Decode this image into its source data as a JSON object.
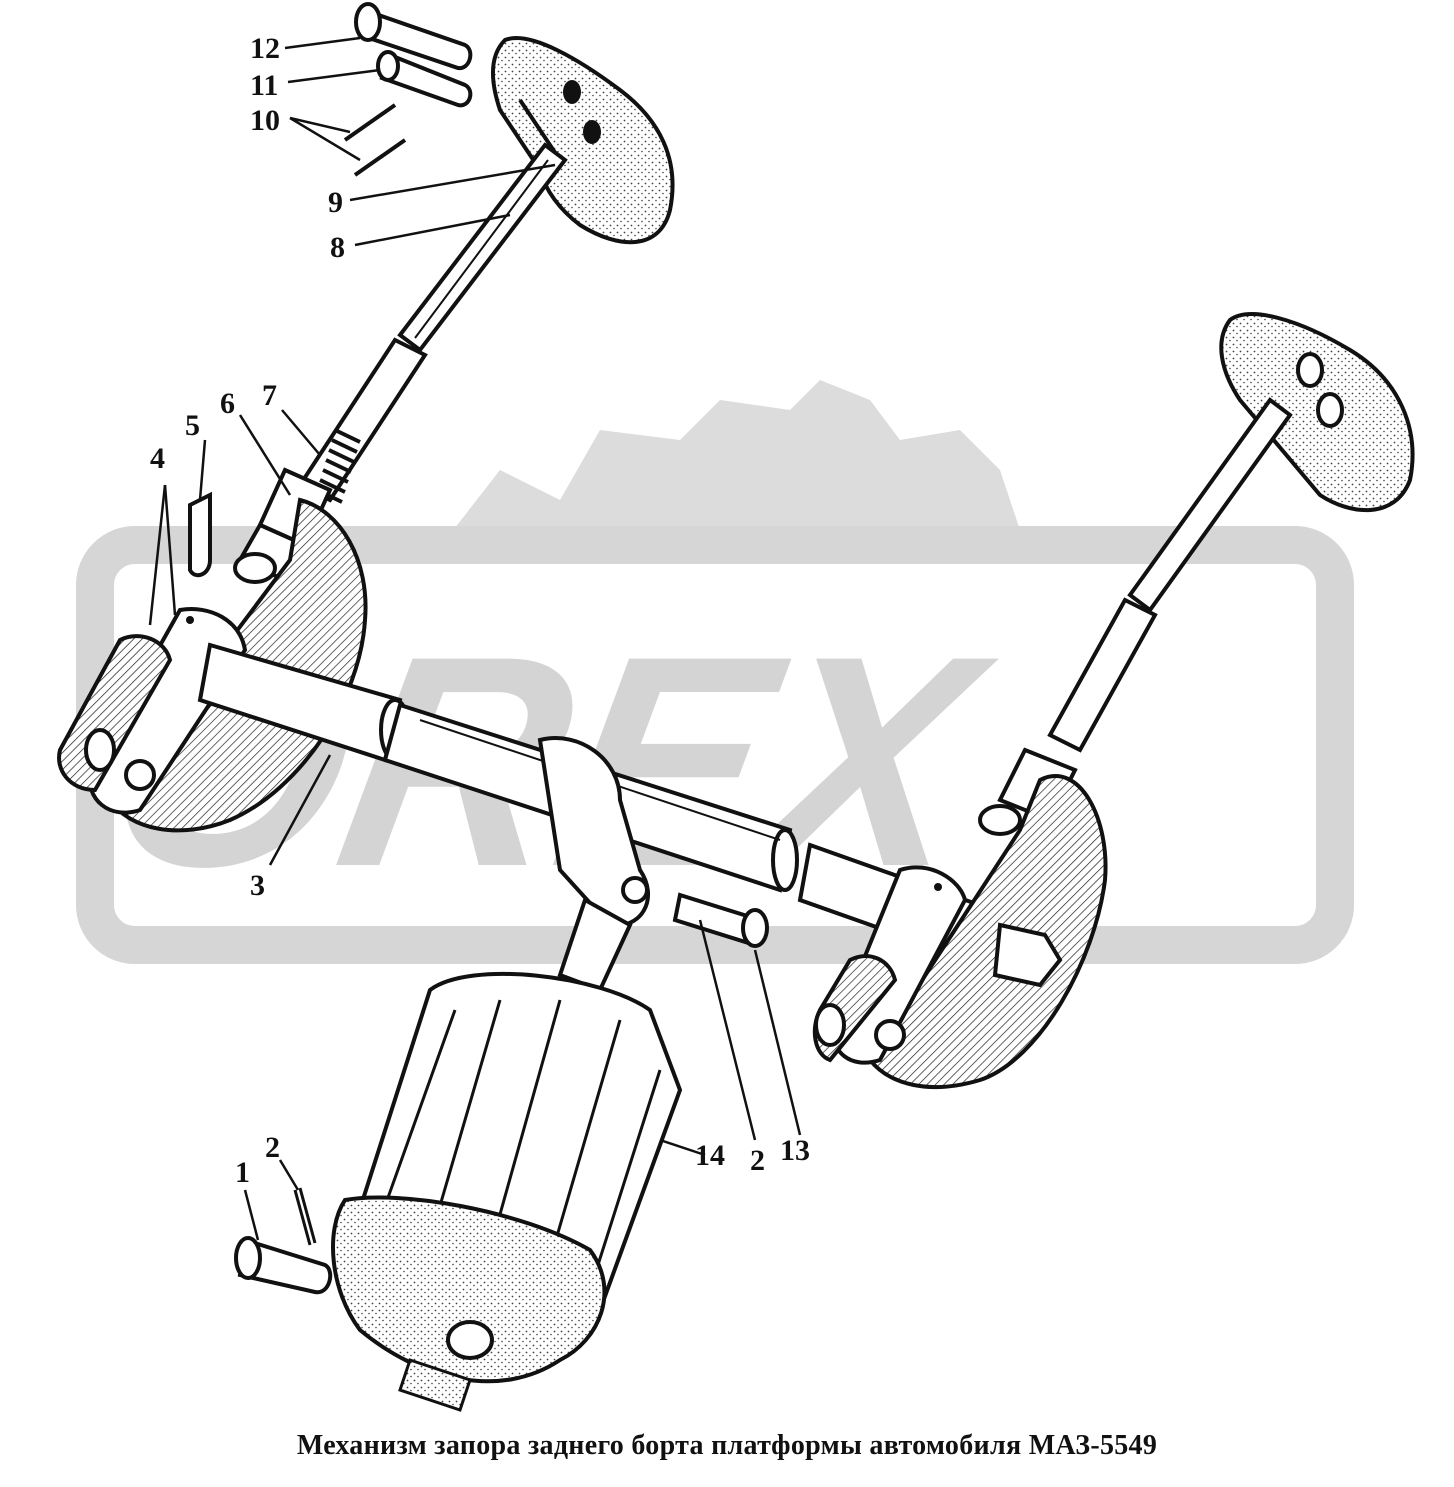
{
  "caption": "Механизм запора заднего борта платформы автомобиля МАЗ-5549",
  "watermark": {
    "text": "OREX",
    "color": "#d9d9d9"
  },
  "colors": {
    "ink": "#111111",
    "stipple": "#555555",
    "background": "#ffffff"
  },
  "callouts": {
    "c1": "1",
    "c2a": "2",
    "c2b": "2",
    "c3": "3",
    "c4": "4",
    "c5": "5",
    "c6": "6",
    "c7": "7",
    "c8": "8",
    "c9": "9",
    "c10": "10",
    "c11": "11",
    "c12": "12",
    "c13": "13",
    "c14": "14"
  }
}
